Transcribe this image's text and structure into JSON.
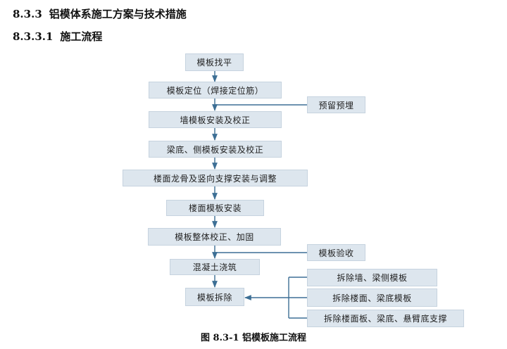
{
  "headings": {
    "section_number": "8.3.3",
    "section_title": "铝模体系施工方案与技术措施",
    "subsection_number": "8.3.3.1",
    "subsection_title": "施工流程"
  },
  "flowchart": {
    "steps": [
      "模板找平",
      "模板定位（焊接定位筋）",
      "墙模板安装及校正",
      "梁底、侧模板安装及校正",
      "楼面龙骨及竖向支撑安装与调整",
      "楼面模板安装",
      "模板整体校正、加固",
      "混凝土浇筑",
      "模板拆除"
    ],
    "side_inputs": [
      "预留预埋",
      "模板验收"
    ],
    "dismantle_group": [
      "拆除墙、梁侧模板",
      "拆除楼面、梁底模板",
      "拆除楼面板、梁底、悬臂底支撑"
    ],
    "colors": {
      "box_fill": "#dde6ee",
      "line": "#3d6f95"
    }
  },
  "caption": "图 8.3-1 铝模板施工流程"
}
